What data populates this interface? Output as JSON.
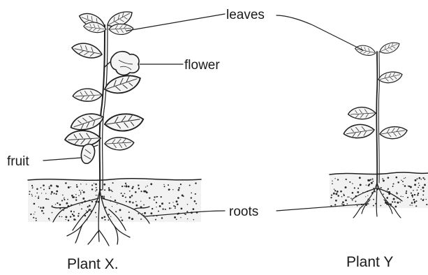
{
  "labels": {
    "leaves": "leaves",
    "flower": "flower",
    "fruit": "fruit",
    "roots": "roots"
  },
  "captions": {
    "plant_x": "Plant X.",
    "plant_y": "Plant Y"
  },
  "colors": {
    "ink": "#1e1e1e",
    "leaf_fill": "#f4f4f4",
    "background": "#ffffff"
  }
}
